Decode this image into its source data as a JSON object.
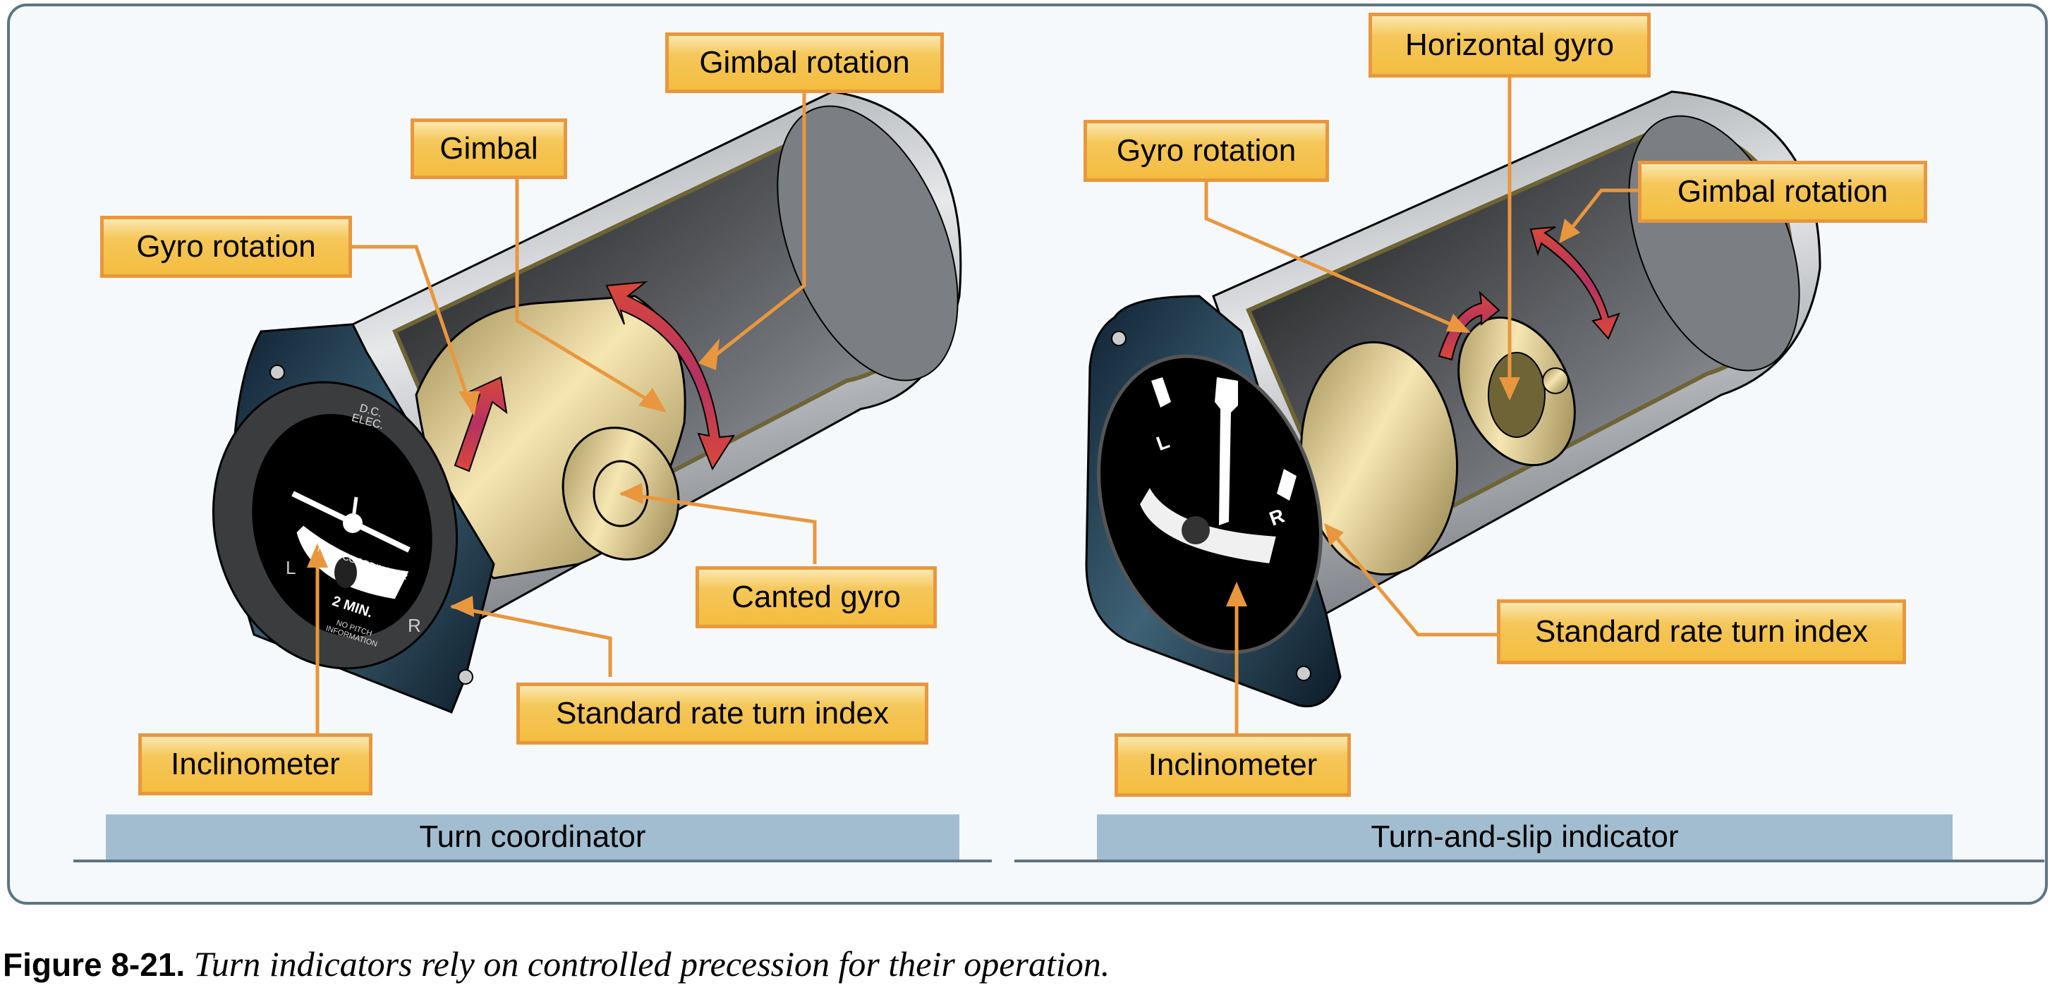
{
  "figure": {
    "number": "Figure 8-21.",
    "caption": " Turn indicators rely on controlled precession for their operation."
  },
  "left_instrument": {
    "title": "Turn coordinator",
    "labels": {
      "gimbal_rotation": "Gimbal rotation",
      "gimbal": "Gimbal",
      "gyro_rotation": "Gyro rotation",
      "canted_gyro": "Canted gyro",
      "standard_rate_turn_index": "Standard rate turn index",
      "inclinometer": "Inclinometer"
    },
    "dial": {
      "top_text_1": "D.C.",
      "top_text_2": "ELEC.",
      "name": "TURN COORDINATOR",
      "left": "L",
      "right": "R",
      "rate": "2 MIN.",
      "note_1": "NO PITCH",
      "note_2": "INFORMATION"
    }
  },
  "right_instrument": {
    "title": "Turn-and-slip indicator",
    "labels": {
      "horizontal_gyro": "Horizontal gyro",
      "gyro_rotation": "Gyro rotation",
      "gimbal_rotation": "Gimbal rotation",
      "standard_rate_turn_index": "Standard rate turn index",
      "inclinometer": "Inclinometer"
    },
    "dial": {
      "left": "L",
      "right": "R"
    }
  },
  "colors": {
    "label_border": "#e8973e",
    "label_fill": "#f3bd3f",
    "leader_line": "#e8973e",
    "rotation_arrow": "#c0384a",
    "brass": "#d9c48a",
    "caption_bar": "#a3bdd0",
    "panel_border": "#5c7584"
  }
}
